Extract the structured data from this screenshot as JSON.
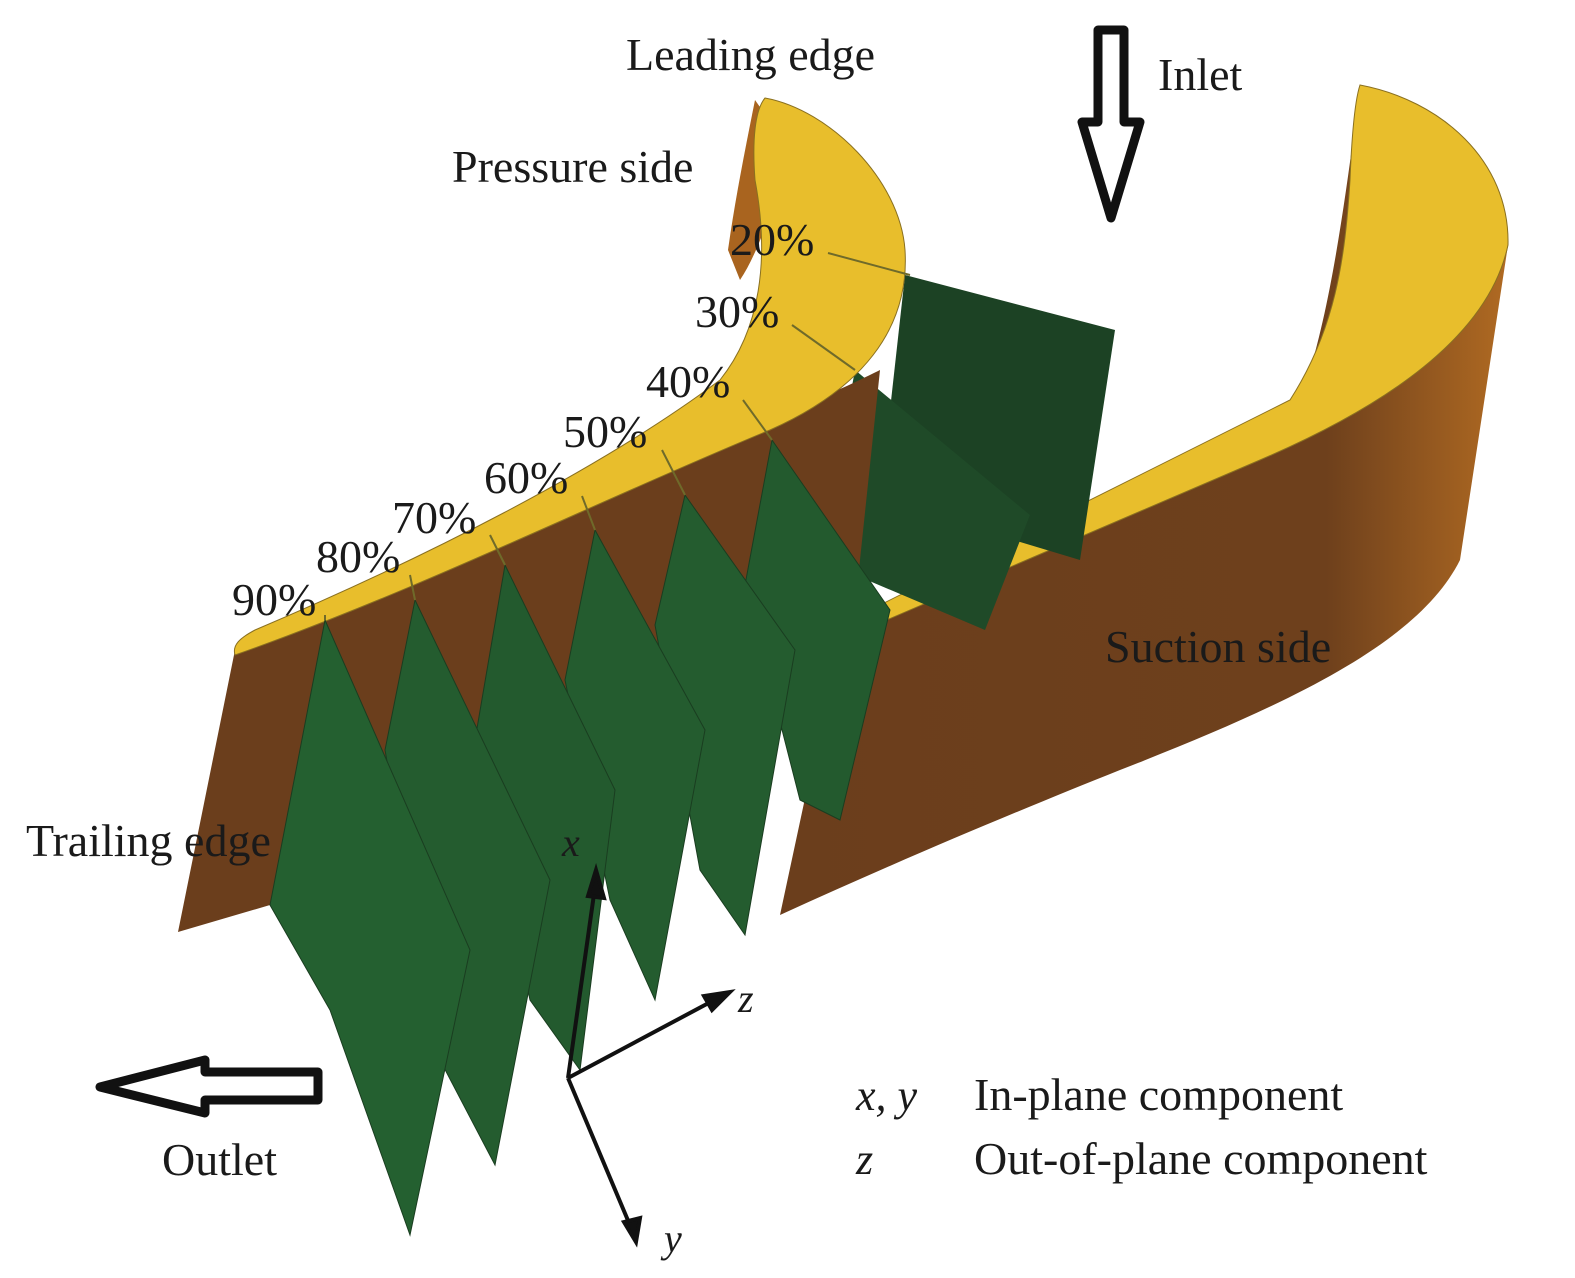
{
  "labels": {
    "leading_edge": "Leading edge",
    "inlet": "Inlet",
    "pressure_side": "Pressure side",
    "suction_side": "Suction side",
    "trailing_edge": "Trailing edge",
    "outlet": "Outlet"
  },
  "planes": [
    "20%",
    "30%",
    "40%",
    "50%",
    "60%",
    "70%",
    "80%",
    "90%"
  ],
  "axes": {
    "x": "x",
    "y": "y",
    "z": "z"
  },
  "legend": [
    {
      "symbol": "x, y",
      "text": "In-plane component"
    },
    {
      "symbol": "z",
      "text": "Out-of-plane component"
    }
  ],
  "colors": {
    "blade_top": "#e8be2c",
    "blade_side": "#6b3e1c",
    "blade_side_light": "#a9641f",
    "plane": "#235a2e",
    "plane_dark": "#1c4224",
    "arrow": "#111111"
  }
}
